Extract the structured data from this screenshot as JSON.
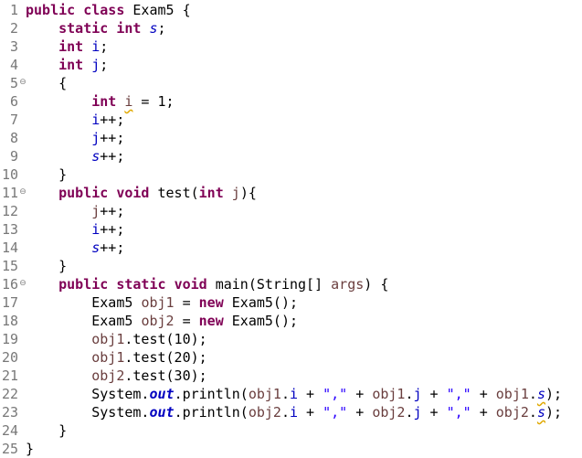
{
  "editor": {
    "lines": [
      {
        "n": "1",
        "fold": "",
        "tokens": [
          {
            "t": "public",
            "c": "kw"
          },
          {
            "t": " "
          },
          {
            "t": "class",
            "c": "kw"
          },
          {
            "t": " Exam5 {"
          }
        ]
      },
      {
        "n": "2",
        "fold": "",
        "tokens": [
          {
            "t": "    "
          },
          {
            "t": "static",
            "c": "kw"
          },
          {
            "t": " "
          },
          {
            "t": "int",
            "c": "kw"
          },
          {
            "t": " "
          },
          {
            "t": "s",
            "c": "sfld"
          },
          {
            "t": ";"
          }
        ]
      },
      {
        "n": "3",
        "fold": "",
        "tokens": [
          {
            "t": "    "
          },
          {
            "t": "int",
            "c": "kw"
          },
          {
            "t": " "
          },
          {
            "t": "i",
            "c": "fld"
          },
          {
            "t": ";"
          }
        ]
      },
      {
        "n": "4",
        "fold": "",
        "tokens": [
          {
            "t": "    "
          },
          {
            "t": "int",
            "c": "kw"
          },
          {
            "t": " "
          },
          {
            "t": "j",
            "c": "fld"
          },
          {
            "t": ";"
          }
        ]
      },
      {
        "n": "5",
        "fold": "⊖",
        "tokens": [
          {
            "t": "    {"
          }
        ]
      },
      {
        "n": "6",
        "fold": "",
        "tokens": [
          {
            "t": "        "
          },
          {
            "t": "int",
            "c": "kw"
          },
          {
            "t": " "
          },
          {
            "t": "i",
            "c": "var warn"
          },
          {
            "t": " = 1;"
          }
        ]
      },
      {
        "n": "7",
        "fold": "",
        "tokens": [
          {
            "t": "        "
          },
          {
            "t": "i",
            "c": "fld"
          },
          {
            "t": "++;"
          }
        ]
      },
      {
        "n": "8",
        "fold": "",
        "tokens": [
          {
            "t": "        "
          },
          {
            "t": "j",
            "c": "fld"
          },
          {
            "t": "++;"
          }
        ]
      },
      {
        "n": "9",
        "fold": "",
        "tokens": [
          {
            "t": "        "
          },
          {
            "t": "s",
            "c": "sfld"
          },
          {
            "t": "++;"
          }
        ]
      },
      {
        "n": "10",
        "fold": "",
        "tokens": [
          {
            "t": "    }"
          }
        ]
      },
      {
        "n": "11",
        "fold": "⊖",
        "tokens": [
          {
            "t": "    "
          },
          {
            "t": "public",
            "c": "kw"
          },
          {
            "t": " "
          },
          {
            "t": "void",
            "c": "kw"
          },
          {
            "t": " test("
          },
          {
            "t": "int",
            "c": "kw"
          },
          {
            "t": " "
          },
          {
            "t": "j",
            "c": "var"
          },
          {
            "t": "){"
          }
        ]
      },
      {
        "n": "12",
        "fold": "",
        "tokens": [
          {
            "t": "        "
          },
          {
            "t": "j",
            "c": "var"
          },
          {
            "t": "++;"
          }
        ]
      },
      {
        "n": "13",
        "fold": "",
        "tokens": [
          {
            "t": "        "
          },
          {
            "t": "i",
            "c": "fld"
          },
          {
            "t": "++;"
          }
        ]
      },
      {
        "n": "14",
        "fold": "",
        "tokens": [
          {
            "t": "        "
          },
          {
            "t": "s",
            "c": "sfld"
          },
          {
            "t": "++;"
          }
        ]
      },
      {
        "n": "15",
        "fold": "",
        "tokens": [
          {
            "t": "    }"
          }
        ]
      },
      {
        "n": "16",
        "fold": "⊖",
        "tokens": [
          {
            "t": "    "
          },
          {
            "t": "public",
            "c": "kw"
          },
          {
            "t": " "
          },
          {
            "t": "static",
            "c": "kw"
          },
          {
            "t": " "
          },
          {
            "t": "void",
            "c": "kw"
          },
          {
            "t": " main(String[] "
          },
          {
            "t": "args",
            "c": "var"
          },
          {
            "t": ") {"
          }
        ]
      },
      {
        "n": "17",
        "fold": "",
        "tokens": [
          {
            "t": "        Exam5 "
          },
          {
            "t": "obj1",
            "c": "var"
          },
          {
            "t": " = "
          },
          {
            "t": "new",
            "c": "kw"
          },
          {
            "t": " Exam5();"
          }
        ]
      },
      {
        "n": "18",
        "fold": "",
        "tokens": [
          {
            "t": "        Exam5 "
          },
          {
            "t": "obj2",
            "c": "var"
          },
          {
            "t": " = "
          },
          {
            "t": "new",
            "c": "kw"
          },
          {
            "t": " Exam5();"
          }
        ]
      },
      {
        "n": "19",
        "fold": "",
        "tokens": [
          {
            "t": "        "
          },
          {
            "t": "obj1",
            "c": "var"
          },
          {
            "t": ".test(10);"
          }
        ]
      },
      {
        "n": "20",
        "fold": "",
        "tokens": [
          {
            "t": "        "
          },
          {
            "t": "obj1",
            "c": "var"
          },
          {
            "t": ".test(20);"
          }
        ]
      },
      {
        "n": "21",
        "fold": "",
        "tokens": [
          {
            "t": "        "
          },
          {
            "t": "obj2",
            "c": "var"
          },
          {
            "t": ".test(30);"
          }
        ]
      },
      {
        "n": "22",
        "fold": "",
        "tokens": [
          {
            "t": "        System."
          },
          {
            "t": "out",
            "c": "sfin"
          },
          {
            "t": ".println("
          },
          {
            "t": "obj1",
            "c": "var"
          },
          {
            "t": "."
          },
          {
            "t": "i",
            "c": "fld"
          },
          {
            "t": " + "
          },
          {
            "t": "\",\"",
            "c": "str"
          },
          {
            "t": " + "
          },
          {
            "t": "obj1",
            "c": "var"
          },
          {
            "t": "."
          },
          {
            "t": "j",
            "c": "fld"
          },
          {
            "t": " + "
          },
          {
            "t": "\",\"",
            "c": "str"
          },
          {
            "t": " + "
          },
          {
            "t": "obj1",
            "c": "var"
          },
          {
            "t": "."
          },
          {
            "t": "s",
            "c": "sfld warn"
          },
          {
            "t": ");"
          }
        ]
      },
      {
        "n": "23",
        "fold": "",
        "tokens": [
          {
            "t": "        System."
          },
          {
            "t": "out",
            "c": "sfin"
          },
          {
            "t": ".println("
          },
          {
            "t": "obj2",
            "c": "var"
          },
          {
            "t": "."
          },
          {
            "t": "i",
            "c": "fld"
          },
          {
            "t": " + "
          },
          {
            "t": "\",\"",
            "c": "str"
          },
          {
            "t": " + "
          },
          {
            "t": "obj2",
            "c": "var"
          },
          {
            "t": "."
          },
          {
            "t": "j",
            "c": "fld"
          },
          {
            "t": " + "
          },
          {
            "t": "\",\"",
            "c": "str"
          },
          {
            "t": " + "
          },
          {
            "t": "obj2",
            "c": "var"
          },
          {
            "t": "."
          },
          {
            "t": "s",
            "c": "sfld warn"
          },
          {
            "t": ");"
          }
        ]
      },
      {
        "n": "24",
        "fold": "",
        "tokens": [
          {
            "t": "    }"
          }
        ]
      },
      {
        "n": "25",
        "fold": "",
        "tokens": [
          {
            "t": "}"
          }
        ]
      }
    ]
  },
  "colors": {
    "keyword": "#7f0055",
    "field": "#0000c0",
    "local_variable": "#6a3e3e",
    "string": "#2a00ff",
    "line_number": "#787878",
    "warning_underline": "#e0a800"
  },
  "icons": {
    "fold_marker": "collapse-fold-icon"
  }
}
